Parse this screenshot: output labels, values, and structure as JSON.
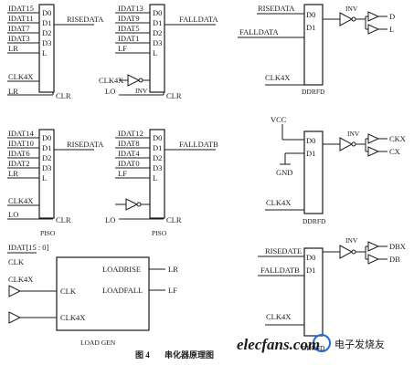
{
  "piso1": {
    "in": [
      "IDAT15",
      "IDAT11",
      "IDAT7",
      "IDAT3"
    ],
    "lr": "LR",
    "clk": "CLK4X",
    "lr2": "LR",
    "out": "RISEDATA",
    "pins": [
      "D0",
      "D1",
      "D2",
      "D3",
      "L"
    ],
    "clr": "CLR"
  },
  "piso2": {
    "in": [
      "IDAT13",
      "IDAT9",
      "IDAT5",
      "IDAT1"
    ],
    "lf": "LF",
    "clk": "CLK4X",
    "lo": "LO",
    "inv": "INV",
    "out": "FALLDATA",
    "pins": [
      "D0",
      "D1",
      "D2",
      "D3",
      "L"
    ],
    "clr": "CLR"
  },
  "ddr1": {
    "in1": "RISEDATA",
    "in2": "FALLDATA",
    "clk": "CLK4X",
    "inv": "INV",
    "out1": "D",
    "out2": "L",
    "pins": [
      "D0",
      "D1"
    ],
    "name": "DDRFD"
  },
  "piso3": {
    "in": [
      "IDAT14",
      "IDAT10",
      "IDAT6",
      "IDAT2"
    ],
    "lr": "LR",
    "clk": "CLK4X",
    "lo": "LO",
    "out": "RISEDATA",
    "pins": [
      "D0",
      "D1",
      "D2",
      "D3",
      "L"
    ],
    "clr": "CLR",
    "name": "PISO"
  },
  "piso4": {
    "in": [
      "IDAT12",
      "IDAT8",
      "IDAT4",
      "IDAT0"
    ],
    "lf": "LF",
    "lo": "LO",
    "out": "FALLDATB",
    "pins": [
      "D0",
      "D1",
      "D2",
      "D3",
      "L"
    ],
    "clr": "CLR",
    "name": "PISO"
  },
  "ddr2": {
    "vcc": "VCC",
    "gnd": "GND",
    "clk": "CLK4X",
    "inv": "INV",
    "out1": "CKX",
    "out2": "CX",
    "pins": [
      "D0",
      "D1"
    ],
    "name": "DDRFD"
  },
  "loadgen": {
    "bus": "IDAT[15 : 0]",
    "clk_in": "CLK",
    "clk4x_in": "CLK4X",
    "pin_clk": "CLK",
    "pin_clk4x": "CLK4X",
    "out1": "LOADRISE",
    "out2": "LOADFALL",
    "lr": "LR",
    "lf": "LF",
    "name": "LOAD GEN"
  },
  "ddr3": {
    "in1": "RISEDATE",
    "in2": "FALLDATB",
    "clk": "CLK4X",
    "inv": "INV",
    "out1": "DBX",
    "out2": "DB",
    "pins": [
      "D0",
      "D1"
    ],
    "name": "DDRFD"
  },
  "caption": {
    "fig": "图 4",
    "text": "串化器原理图"
  },
  "watermark": {
    "site": "elecfans.com",
    "cn": "电子发烧友"
  }
}
